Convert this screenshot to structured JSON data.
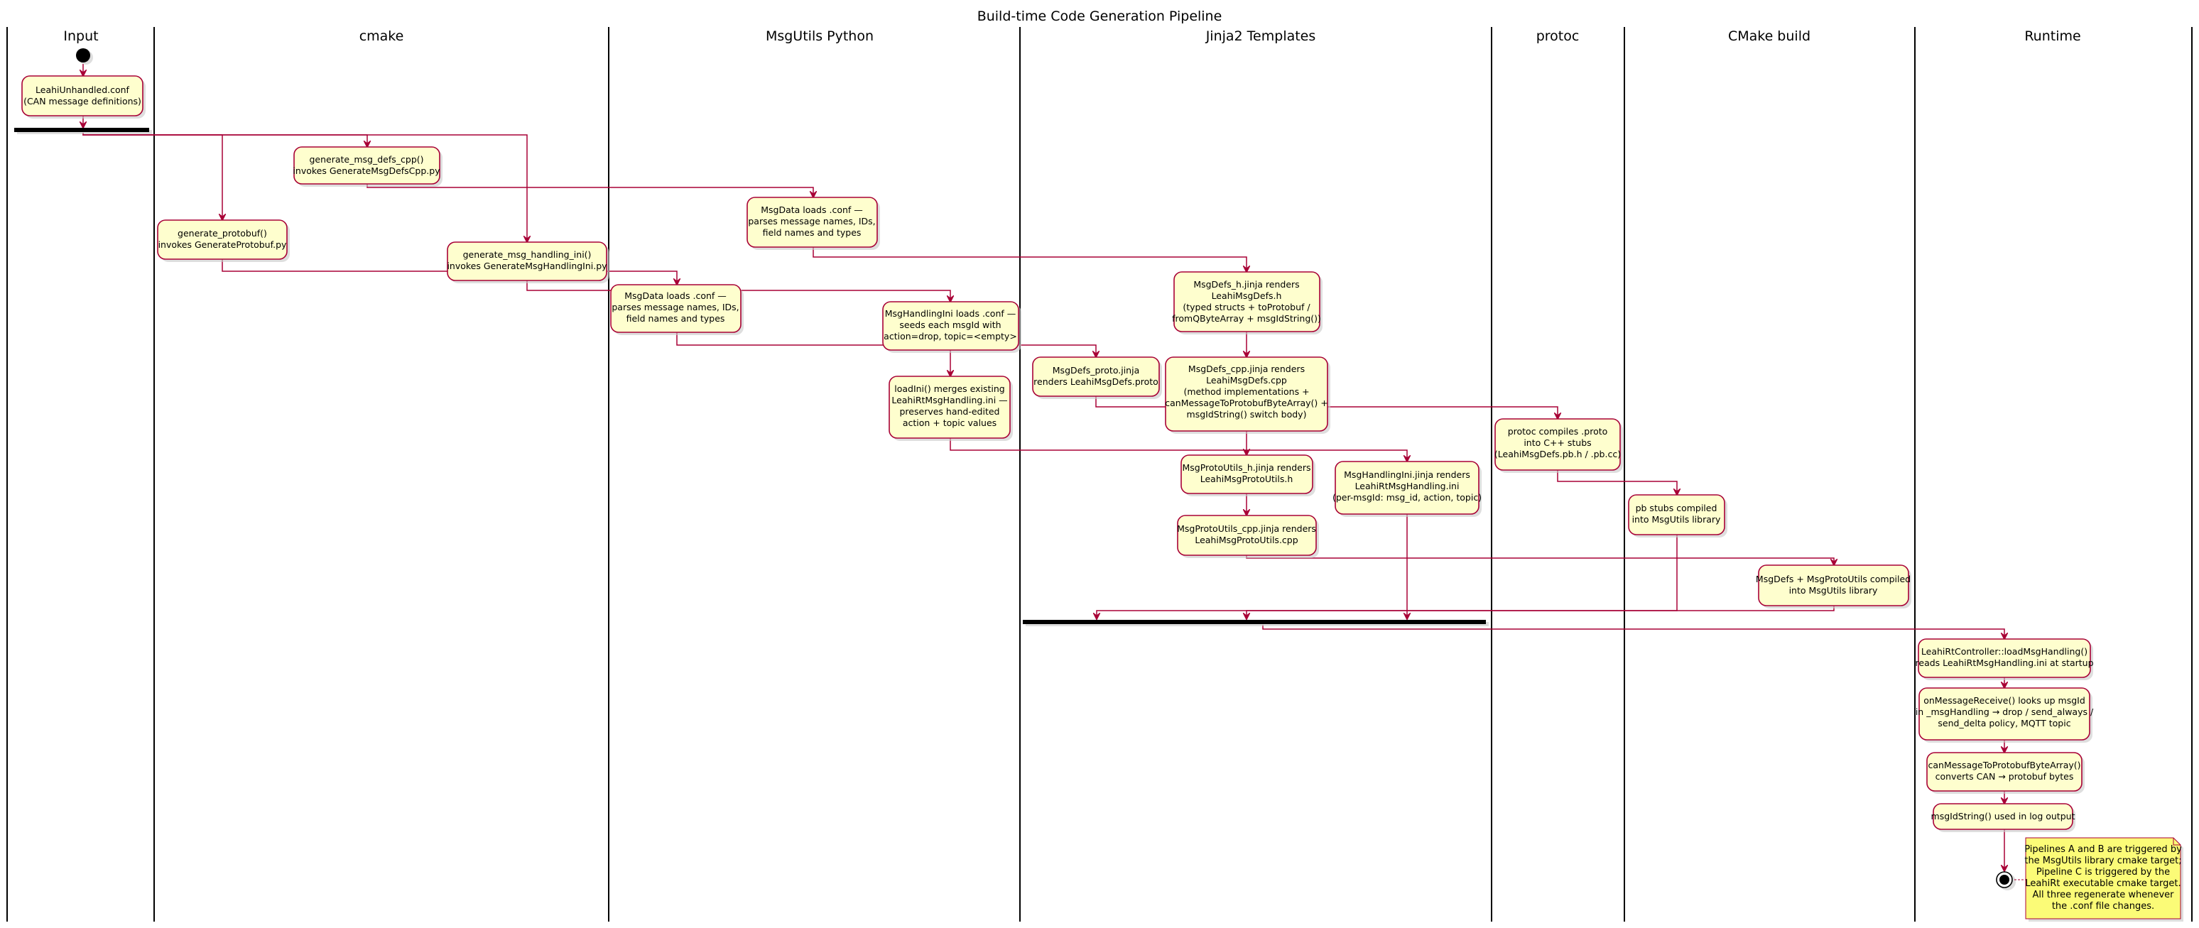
{
  "title": "Build-time Code Generation Pipeline",
  "lanes": [
    "Input",
    "cmake",
    "MsgUtils Python",
    "Jinja2 Templates",
    "protoc",
    "CMake build",
    "Runtime"
  ],
  "nodes": {
    "conf": [
      "LeahiUnhandled.conf",
      "(CAN message definitions)"
    ],
    "gen_cpp": [
      "generate_msg_defs_cpp()",
      "invokes GenerateMsgDefsCpp.py"
    ],
    "gen_proto": [
      "generate_protobuf()",
      "invokes GenerateProtobuf.py"
    ],
    "gen_ini": [
      "generate_msg_handling_ini()",
      "invokes GenerateMsgHandlingIni.py"
    ],
    "load_a": [
      "MsgData loads .conf —",
      "parses message names, IDs,",
      "field names and types"
    ],
    "load_b": [
      "MsgData loads .conf —",
      "parses message names, IDs,",
      "field names and types"
    ],
    "ini_load": [
      "MsgHandlingIni loads .conf —",
      "seeds each msgId with",
      "action=drop, topic=<empty>"
    ],
    "loadini": [
      "loadIni() merges existing",
      "LeahiRtMsgHandling.ini —",
      "preserves hand-edited",
      "action + topic values"
    ],
    "defs_h": [
      "MsgDefs_h.jinja renders",
      "LeahiMsgDefs.h",
      "(typed structs + toProtobuf /",
      "fromQByteArray + msgIdString())"
    ],
    "defs_cpp": [
      "MsgDefs_cpp.jinja renders",
      "LeahiMsgDefs.cpp",
      "(method implementations +",
      "canMessageToProtobufByteArray() +",
      "msgIdString() switch body)"
    ],
    "defs_proto": [
      "MsgDefs_proto.jinja",
      "renders LeahiMsgDefs.proto"
    ],
    "protoutils_h": [
      "MsgProtoUtils_h.jinja renders",
      "LeahiMsgProtoUtils.h"
    ],
    "protoutils_cpp": [
      "MsgProtoUtils_cpp.jinja renders",
      "LeahiMsgProtoUtils.cpp"
    ],
    "handling_ini": [
      "MsgHandlingIni.jinja renders",
      "LeahiRtMsgHandling.ini",
      "(per-msgId: msg_id, action, topic)"
    ],
    "protoc": [
      "protoc compiles .proto",
      "into C++ stubs",
      "(LeahiMsgDefs.pb.h / .pb.cc)"
    ],
    "pb_stubs": [
      "pb stubs compiled",
      "into MsgUtils library"
    ],
    "msgdefs_lib": [
      "MsgDefs + MsgProtoUtils compiled",
      "into MsgUtils library"
    ],
    "rt_load": [
      "LeahiRtController::loadMsgHandling()",
      "reads LeahiRtMsgHandling.ini at startup"
    ],
    "rt_receive": [
      "onMessageReceive() looks up msgId",
      "in _msgHandling → drop / send_always /",
      "send_delta policy, MQTT topic"
    ],
    "rt_convert": [
      "canMessageToProtobufByteArray()",
      "converts CAN → protobuf bytes"
    ],
    "rt_log": [
      "msgIdString() used in log output"
    ]
  },
  "note": [
    "Pipelines A and B are triggered by",
    "the MsgUtils library cmake target;",
    "Pipeline C is triggered by the",
    "LeahiRt executable cmake target.",
    "All three regenerate whenever",
    "the .conf file changes."
  ],
  "colors": {
    "activity_fill": "#FEFECE",
    "activity_border": "#A80036",
    "arrow": "#A80036",
    "note_fill": "#FBFB77"
  }
}
